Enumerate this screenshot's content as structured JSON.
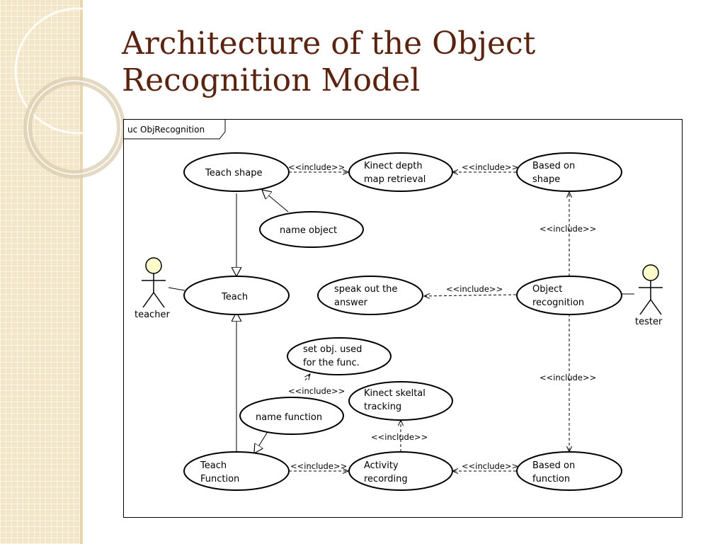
{
  "title": {
    "line1": "Architecture of the Object",
    "line2": "Recognition Model"
  },
  "diagram": {
    "frame_label": "uc ObjRecognition",
    "actors": {
      "teacher": "teacher",
      "tester": "tester"
    },
    "use_cases": {
      "teach_shape": [
        "Teach shape"
      ],
      "kinect_depth": [
        "Kinect depth",
        "map retrieval"
      ],
      "based_on_shape": [
        "Based on",
        "shape"
      ],
      "name_object": [
        "name object"
      ],
      "teach": [
        "Teach"
      ],
      "speak_out": [
        "speak out the",
        "answer"
      ],
      "object_recognition": [
        "Object",
        "recognition"
      ],
      "set_obj": [
        "set obj. used",
        "for the func."
      ],
      "kinect_skeltal": [
        "Kinect skeltal",
        "tracking"
      ],
      "name_function": [
        "name function"
      ],
      "teach_function": [
        "Teach",
        "Function"
      ],
      "activity_recording": [
        "Activity",
        "recording"
      ],
      "based_on_function": [
        "Based on",
        "function"
      ]
    },
    "stereotype": "<<include>>"
  }
}
